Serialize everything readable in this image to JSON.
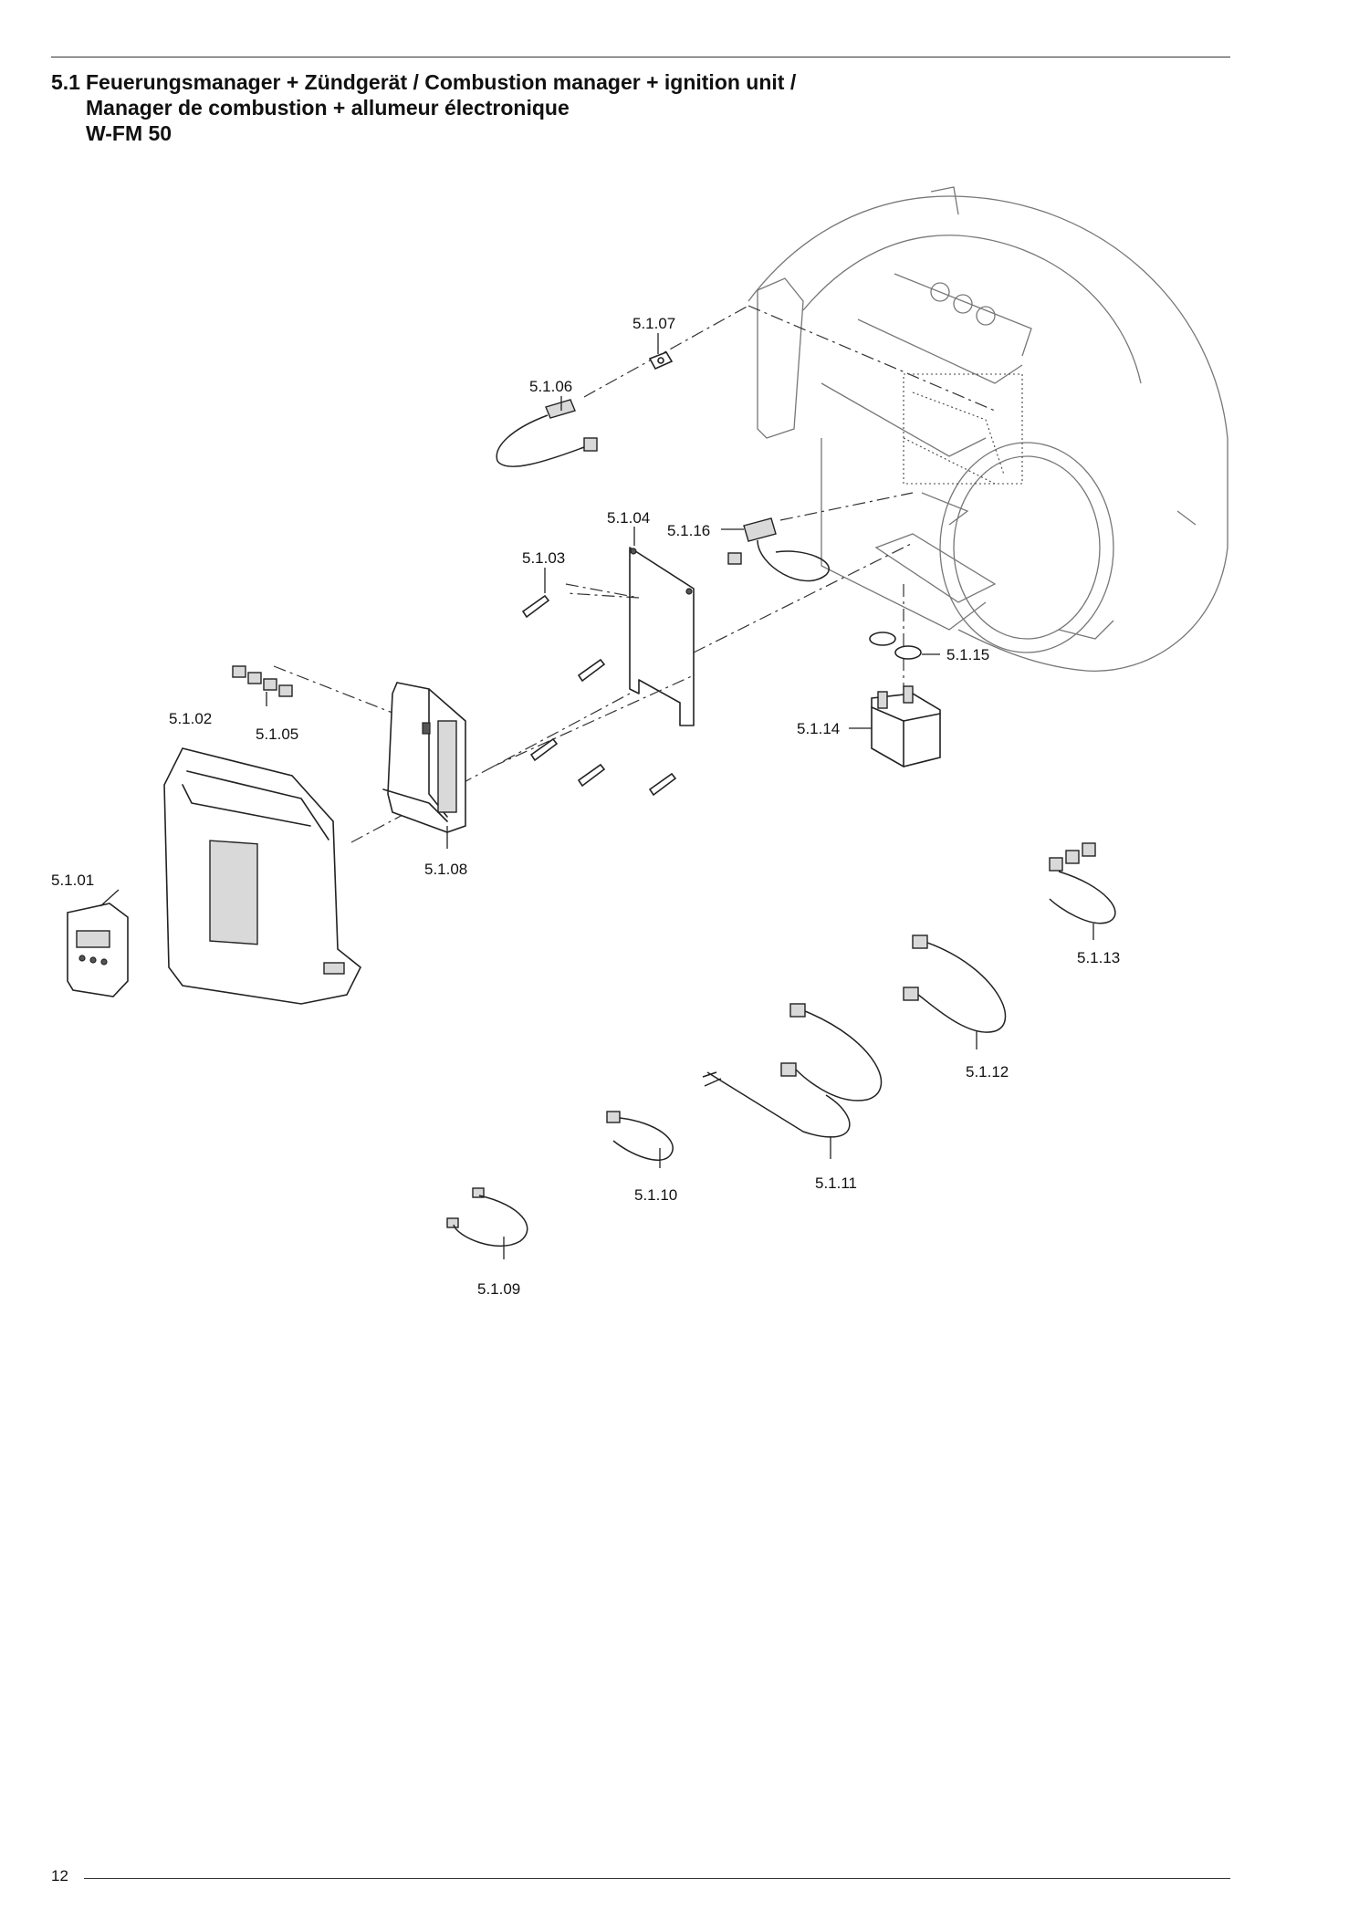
{
  "heading": {
    "number": "5.1",
    "line1": "Feuerungsmanager + Zündgerät / Combustion manager + ignition unit /",
    "line2": "Manager de combustion + allumeur électronique",
    "line3": "W-FM 50"
  },
  "page_number": "12",
  "parts": [
    {
      "id": "p01",
      "label": "5.1.01"
    },
    {
      "id": "p02",
      "label": "5.1.02"
    },
    {
      "id": "p03",
      "label": "5.1.03"
    },
    {
      "id": "p04",
      "label": "5.1.04"
    },
    {
      "id": "p05",
      "label": "5.1.05"
    },
    {
      "id": "p06",
      "label": "5.1.06"
    },
    {
      "id": "p07",
      "label": "5.1.07"
    },
    {
      "id": "p08",
      "label": "5.1.08"
    },
    {
      "id": "p09",
      "label": "5.1.09"
    },
    {
      "id": "p10",
      "label": "5.1.10"
    },
    {
      "id": "p11",
      "label": "5.1.11"
    },
    {
      "id": "p12",
      "label": "5.1.12"
    },
    {
      "id": "p13",
      "label": "5.1.13"
    },
    {
      "id": "p14",
      "label": "5.1.14"
    },
    {
      "id": "p15",
      "label": "5.1.15"
    },
    {
      "id": "p16",
      "label": "5.1.16"
    }
  ]
}
